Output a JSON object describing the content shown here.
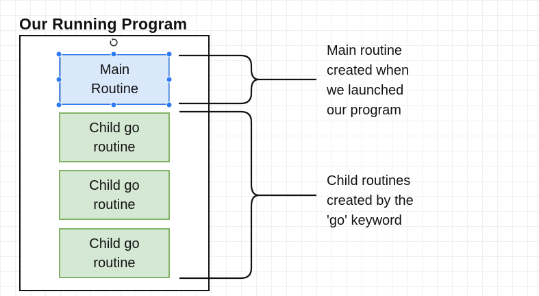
{
  "title": "Our Running Program",
  "main_box": {
    "label": "Main\nRoutine"
  },
  "child_boxes": [
    {
      "label": "Child go\nroutine"
    },
    {
      "label": "Child go\nroutine"
    },
    {
      "label": "Child go\nroutine"
    }
  ],
  "annotations": {
    "main": "Main routine\ncreated when\nwe launched\nour program",
    "children": "Child routines\ncreated by the\n'go' keyword"
  },
  "colors": {
    "main_fill": "#dae8fc",
    "main_border": "#8aa9d6",
    "child_fill": "#d5e8d4",
    "child_border": "#82b366",
    "selection": "#2f7bf5"
  },
  "icons": {
    "rotate": "rotate-handle-icon",
    "selection": "selection-handle-icon"
  }
}
